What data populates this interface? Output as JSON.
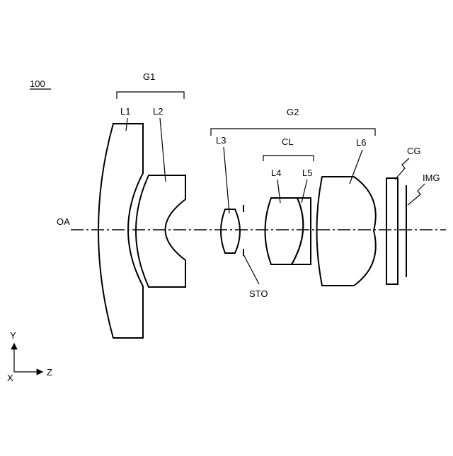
{
  "figure": {
    "number": "100"
  },
  "groups": {
    "g1": "G1",
    "g2": "G2",
    "cemented": "CL"
  },
  "lenses": {
    "l1": "L1",
    "l2": "L2",
    "l3": "L3",
    "l4": "L4",
    "l5": "L5",
    "l6": "L6"
  },
  "labels": {
    "axis": "OA",
    "stop": "STO",
    "cover_glass": "CG",
    "image": "IMG"
  },
  "coordinate_system": {
    "x": "X",
    "y": "Y",
    "z": "Z"
  }
}
